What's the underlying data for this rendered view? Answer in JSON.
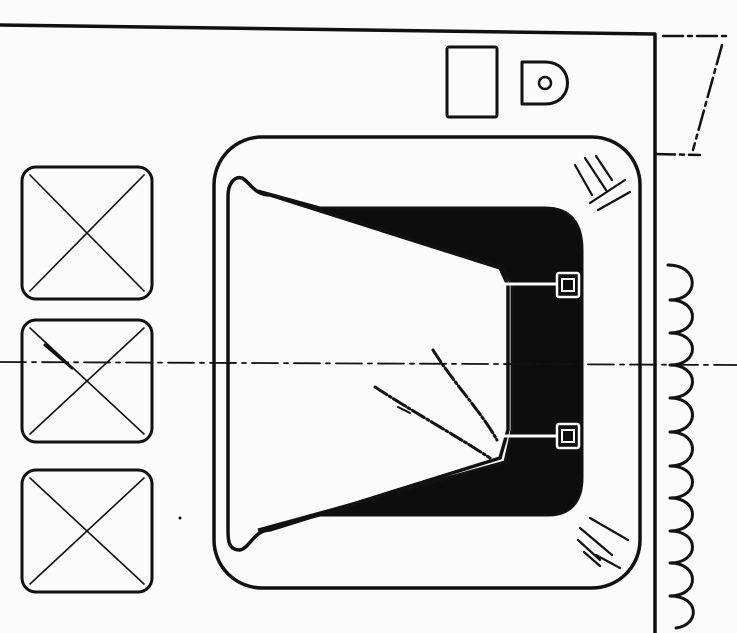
{
  "drawing": {
    "ink_color": "#111111",
    "paper_color": "#fbfbfb",
    "burner_count": 3,
    "burner_symbol": "x-in-square",
    "switch_icons": [
      "rectangular-switch-icon",
      "d-shaped-knob-icon"
    ],
    "sink_bowl_fill": "#0d0d0d",
    "shine_marks": [
      "top-right",
      "bottom-right"
    ],
    "drain_rods": 2,
    "centerline": "dash-dot"
  }
}
